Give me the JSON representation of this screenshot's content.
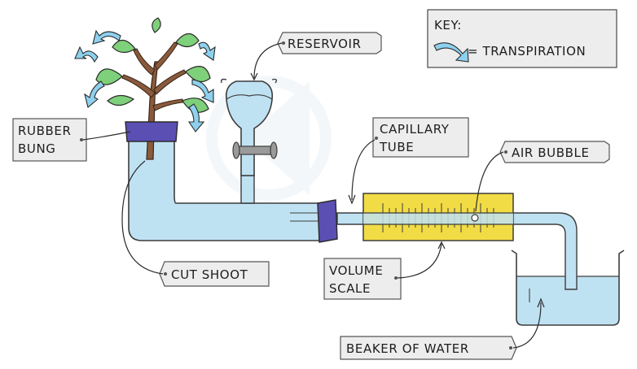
{
  "key": {
    "title": "KEY:",
    "entry": "= TRANSPIRATION"
  },
  "labels": {
    "reservoir": "RESERVOIR",
    "rubber_bung_1": "RUBBER",
    "rubber_bung_2": "BUNG",
    "capillary_1": "CAPILLARY",
    "capillary_2": "TUBE",
    "air_bubble": "AIR BUBBLE",
    "cut_shoot": "CUT SHOOT",
    "volume_1": "VOLUME",
    "volume_2": "SCALE",
    "beaker": "BEAKER OF WATER"
  },
  "colors": {
    "water": "#bfe2f3",
    "water_stroke": "#3d3d3d",
    "bung": "#5b4fb3",
    "scale": "#f2dc45",
    "leaf": "#7fd07a",
    "stem": "#8a5a3c",
    "arrow": "#8ed1ee",
    "label_box": "#ededed"
  }
}
